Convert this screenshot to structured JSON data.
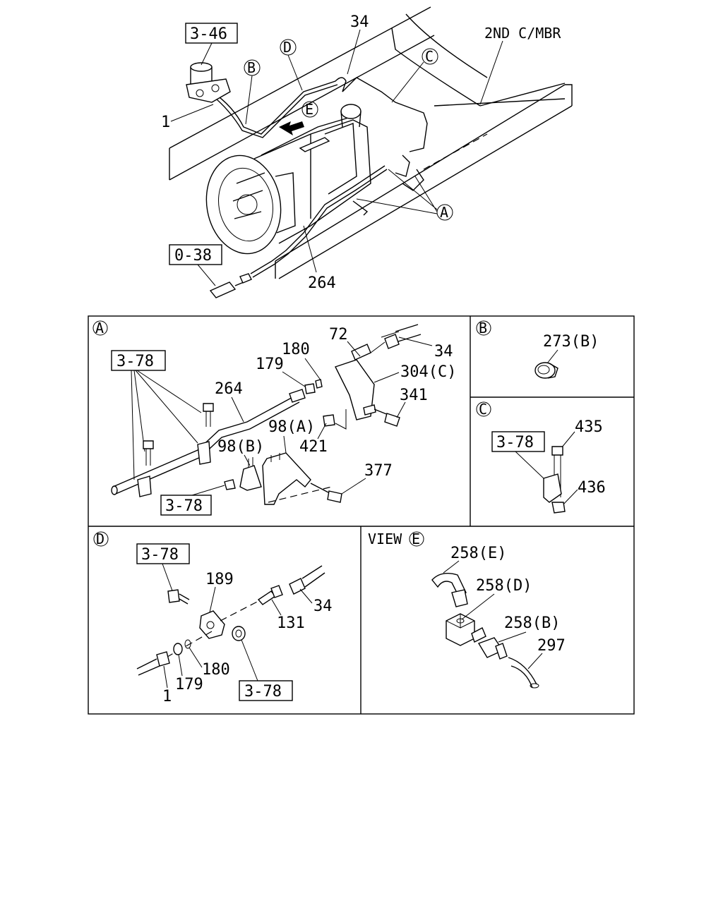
{
  "main": {
    "ref_3_46": "3-46",
    "ref_0_38": "0-38",
    "frame_label": "2ND C/MBR",
    "part_34": "34",
    "part_1": "1",
    "part_264": "264",
    "callout_A": "A",
    "callout_B": "B",
    "callout_C": "C",
    "callout_D": "D",
    "callout_E": "E"
  },
  "panel_a": {
    "letter": "A",
    "ref_3_78_top": "3-78",
    "ref_3_78_bottom": "3-78",
    "p72": "72",
    "p180": "180",
    "p34": "34",
    "p179": "179",
    "p304c": "304(C)",
    "p264": "264",
    "p341": "341",
    "p98a": "98(A)",
    "p98b": "98(B)",
    "p421": "421",
    "p377": "377"
  },
  "panel_b": {
    "letter": "B",
    "p273b": "273(B)"
  },
  "panel_c": {
    "letter": "C",
    "ref_3_78": "3-78",
    "p435": "435",
    "p436": "436"
  },
  "panel_d": {
    "letter": "D",
    "ref_3_78_top": "3-78",
    "ref_3_78_bottom": "3-78",
    "p189": "189",
    "p34": "34",
    "p131": "131",
    "p180": "180",
    "p179": "179",
    "p1": "1"
  },
  "panel_e": {
    "view_label": "VIEW",
    "letter": "E",
    "p258e": "258(E)",
    "p258d": "258(D)",
    "p258b": "258(B)",
    "p297": "297"
  }
}
